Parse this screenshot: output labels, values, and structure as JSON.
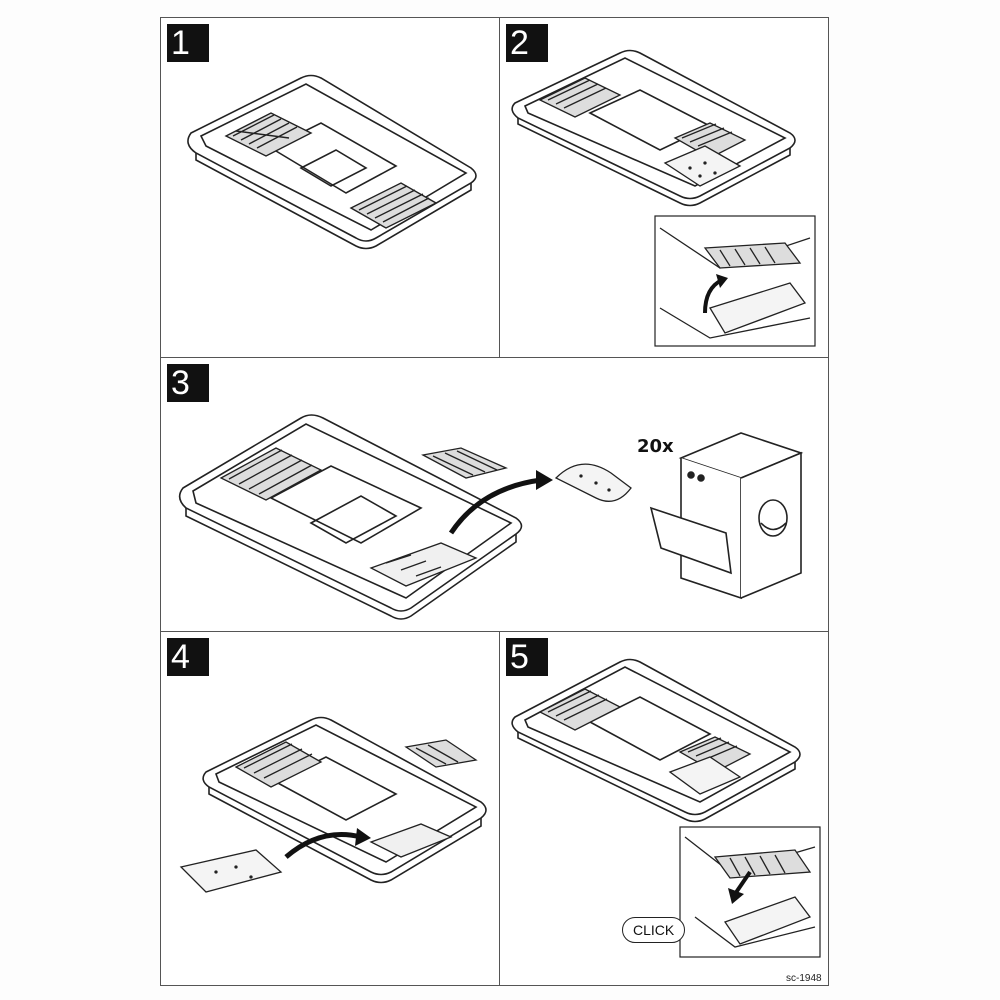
{
  "steps": [
    {
      "number": "1"
    },
    {
      "number": "2"
    },
    {
      "number": "3"
    },
    {
      "number": "4"
    },
    {
      "number": "5"
    }
  ],
  "step3": {
    "repeat_label": "20x"
  },
  "step5": {
    "click_label": "CLICK"
  },
  "footer": {
    "code": "sc-1948"
  }
}
